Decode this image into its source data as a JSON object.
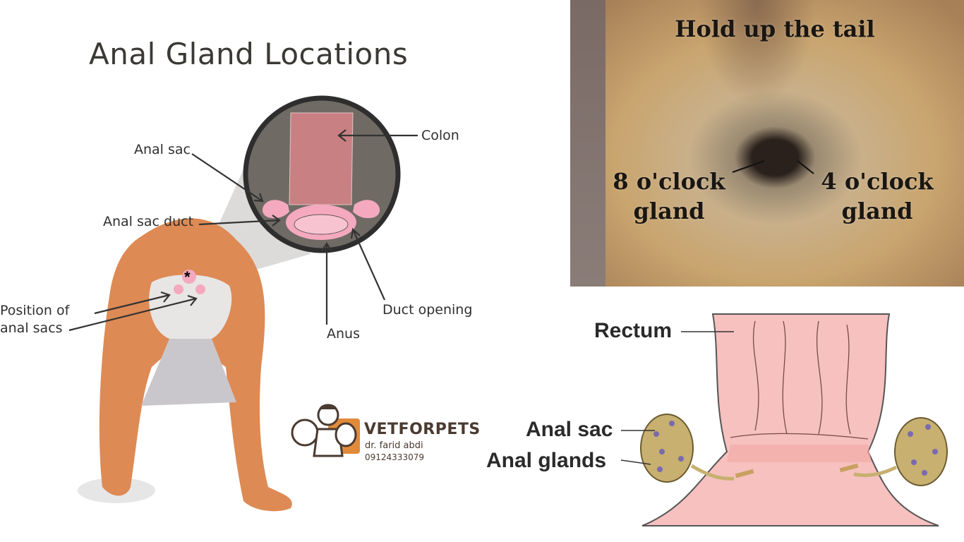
{
  "left_panel": {
    "title": "Anal Gland Locations",
    "labels": {
      "colon": "Colon",
      "anal_sac": "Anal sac",
      "anal_sac_duct": "Anal sac duct",
      "position_line1": "Position of",
      "position_line2": "anal sacs",
      "duct_opening": "Duct opening",
      "anus": "Anus"
    },
    "logo": {
      "brand": "VETFORPETS",
      "doctor": "dr. farid abdi",
      "phone": "09124333079"
    }
  },
  "photo_panel": {
    "caption": "Hold up the tail",
    "left_gland_line1": "8 o'clock",
    "left_gland_line2": "gland",
    "right_gland_line1": "4 o'clock",
    "right_gland_line2": "gland"
  },
  "anatomy_panel": {
    "rectum": "Rectum",
    "anal_sac": "Anal sac",
    "anal_glands": "Anal glands"
  },
  "colors": {
    "fur_orange": "#de8a55",
    "pink": "#f4a9bf",
    "circle_bg": "#6f6a64",
    "colon": "#c98083"
  }
}
